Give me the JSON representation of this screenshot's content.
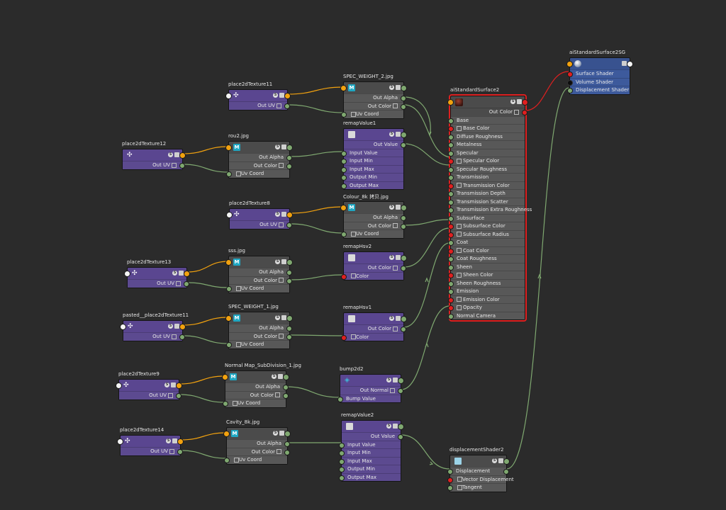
{
  "colors": {
    "background": "#2b2b2b",
    "purple_node": "#5a4690",
    "gray_node": "#4b4b4b",
    "sg_node": "#38528f",
    "wire_orange": "#f2a20f",
    "wire_green": "#7fa870",
    "wire_red": "#e02020",
    "selection": "#e02020"
  },
  "icons": {
    "place2d": "place2d-texture-icon",
    "file": "file-texture-icon",
    "remap": "remap-icon",
    "bump": "bump2d-icon",
    "shader": "shader-ball-icon",
    "sg": "shading-group-icon",
    "disp": "displacement-shader-icon"
  },
  "nodes": {
    "place2d11": {
      "title": "place2dTexture11",
      "out_uv": "Out UV"
    },
    "place2d12": {
      "title": "place2dTexture12",
      "out_uv": "Out UV"
    },
    "place2d8": {
      "title": "place2dTexture8",
      "out_uv": "Out UV"
    },
    "place2d13": {
      "title": "place2dTexture13",
      "out_uv": "Out UV"
    },
    "pasted11": {
      "title": "pasted__place2dTexture11",
      "out_uv": "Out UV"
    },
    "place2d9": {
      "title": "place2dTexture9",
      "out_uv": "Out UV"
    },
    "place2d14": {
      "title": "place2dTexture14",
      "out_uv": "Out UV"
    },
    "spec2": {
      "title": "SPEC_WEIGHT_2.jpg",
      "rows": [
        "Out Alpha",
        "Out Color",
        "Uv Coord"
      ]
    },
    "rou2": {
      "title": "rou2.jpg",
      "rows": [
        "Out Alpha",
        "Out Color",
        "Uv Coord"
      ]
    },
    "colour8k": {
      "title": "Colour_8k 拷贝.jpg",
      "rows": [
        "Out Alpha",
        "Out Color",
        "Uv Coord"
      ]
    },
    "sss": {
      "title": "sss.jpg",
      "rows": [
        "Out Alpha",
        "Out Color",
        "Uv Coord"
      ]
    },
    "spec1": {
      "title": "SPEC_WEIGHT_1.jpg",
      "rows": [
        "Out Alpha",
        "Out Color",
        "Uv Coord"
      ]
    },
    "normal": {
      "title": "Normal Map_SubDivision_1.jpg",
      "rows": [
        "Out Alpha",
        "Out Color",
        "Uv Coord"
      ]
    },
    "cavity": {
      "title": "Cavity_8k.jpg",
      "rows": [
        "Out Alpha",
        "Out Color",
        "Uv Coord"
      ]
    },
    "remapValue1": {
      "title": "remapValue1",
      "rows": [
        "Out Value",
        "Input Value",
        "Input Min",
        "Input Max",
        "Output Min",
        "Output Max"
      ]
    },
    "remapHsv2": {
      "title": "remapHsv2",
      "rows": [
        "Out Color",
        "Color"
      ]
    },
    "remapHsv1": {
      "title": "remapHsv1",
      "rows": [
        "Out Color",
        "Color"
      ]
    },
    "bump2d2": {
      "title": "bump2d2",
      "rows": [
        "Out Normal",
        "Bump Value"
      ]
    },
    "remapValue2": {
      "title": "remapValue2",
      "rows": [
        "Out Value",
        "Input Value",
        "Input Min",
        "Input Max",
        "Output Min",
        "Output Max"
      ]
    },
    "aiStd": {
      "title": "aiStandardSurface2",
      "out": "Out Color",
      "rows": [
        "Base",
        "Base Color",
        "Diffuse Roughness",
        "Metalness",
        "Specular",
        "Specular Color",
        "Specular Roughness",
        "Transmission",
        "Transmission Color",
        "Transmission Depth",
        "Transmission Scatter",
        "Transmission Extra Roughness",
        "Subsurface",
        "Subsurface Color",
        "Subsurface Radius",
        "Coat",
        "Coat Color",
        "Coat Roughness",
        "Sheen",
        "Sheen Color",
        "Sheen Roughness",
        "Emission",
        "Emission Color",
        "Opacity",
        "Normal Camera"
      ]
    },
    "sg": {
      "title": "aiStandardSurface2SG",
      "rows": [
        "Surface Shader",
        "Volume Shader",
        "Displacement Shader"
      ]
    },
    "dispShader": {
      "title": "displacementShader2",
      "rows": [
        "Displacement",
        "Vector Displacement",
        "Tangent"
      ]
    }
  }
}
